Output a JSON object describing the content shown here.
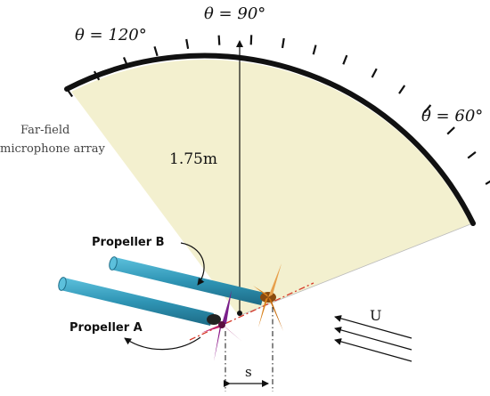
{
  "labels": {
    "angle_120": "θ = 120°",
    "angle_90": "θ = 90°",
    "angle_60": "θ = 60°",
    "array_line1": "Far-field",
    "array_line2": "microphone array",
    "radius": "1.75m",
    "propeller_b": "Propeller B",
    "propeller_a": "Propeller A",
    "spacing": "s",
    "freestream": "U"
  },
  "colors": {
    "sector_fill": "#f3f0cf",
    "arc": "#111111",
    "nacelle": "#2f95b5",
    "nacelle_dark": "#1d6b86",
    "propeller_a": "#9b1c6f",
    "propeller_b": "#d9821e",
    "axis_line": "#d63a2a"
  }
}
